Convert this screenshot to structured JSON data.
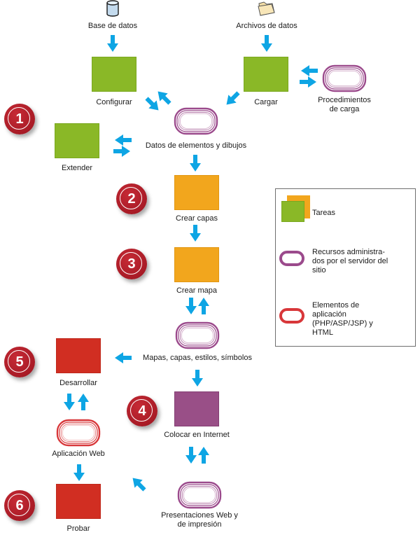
{
  "colors": {
    "arrow": "#0ea5e4",
    "task_green": "#8ab827",
    "task_orange": "#f2a61d",
    "task_red": "#d12e22",
    "task_purple": "#994f87",
    "resource_outline": "#9b4a8c",
    "app_outline": "#d8373a",
    "badge": "#a81b26"
  },
  "sources": {
    "database": {
      "icon": "database-icon",
      "label": "Base de datos"
    },
    "files": {
      "icon": "folder-icon",
      "label": "Archivos de datos"
    }
  },
  "tasks": {
    "configure": "Configurar",
    "load": "Cargar",
    "extend": "Extender",
    "create_layers": "Crear capas",
    "create_map": "Crear mapa",
    "publish": "Colocar en Internet",
    "develop": "Desarrollar",
    "test": "Probar"
  },
  "resources": {
    "load_procedures": [
      "Procedimientos",
      "de carga"
    ],
    "feature_data": "Datos de elementos y dibujos",
    "maps": "Mapas, capas, estilos, símbolos",
    "presentations": [
      "Presentaciones Web y",
      "de impresión"
    ]
  },
  "app_elements": {
    "web_app": "Aplicación Web"
  },
  "steps": [
    "1",
    "2",
    "3",
    "4",
    "5",
    "6"
  ],
  "legend": {
    "tasks": "Tareas",
    "resources": "Recursos administra-dos por el servidor del sitio",
    "app_elements": "Elementos de aplicación (PHP/ASP/JSP) y HTML"
  }
}
